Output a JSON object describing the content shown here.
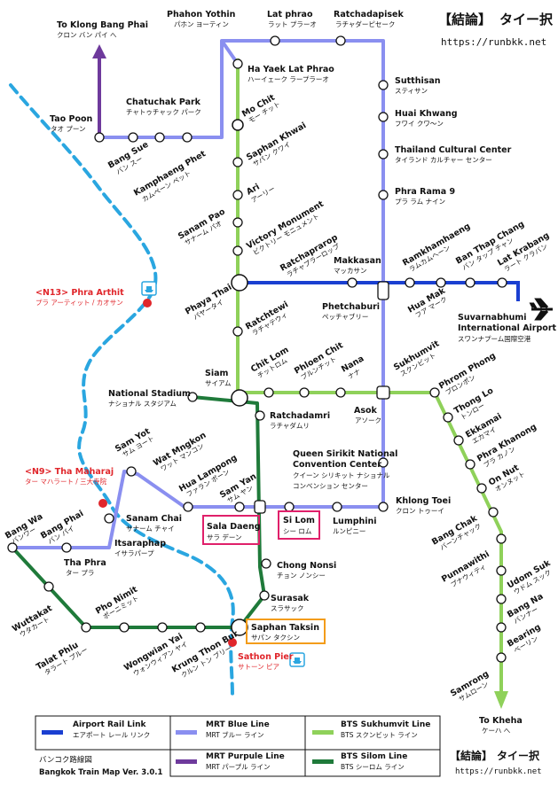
{
  "logo": {
    "brackets": "【結論】",
    "name": "タイー択",
    "url": "https://runbkk.net"
  },
  "directions": {
    "klong_bang_phai": {
      "en": "To Klong Bang Phai",
      "jp": "クロン バン パイ へ"
    },
    "kheha": {
      "en": "To Kheha",
      "jp": "ケーハ へ"
    }
  },
  "stations": {
    "phahon_yothin": {
      "en": "Phahon Yothin",
      "jp": "パホン ヨーティン"
    },
    "lat_phrao": {
      "en": "Lat phrao",
      "jp": "ラット プラーオ"
    },
    "ratchadapisek": {
      "en": "Ratchadapisek",
      "jp": "ラチャダーピセーク"
    },
    "ha_yaek": {
      "en": "Ha Yaek Lat Phrao",
      "jp": "ハーイェーク ラープラーオ"
    },
    "sutthisan": {
      "en": "Sutthisan",
      "jp": "スティサン"
    },
    "huai_khwang": {
      "en": "Huai Khwang",
      "jp": "フワイ クワ〜ン"
    },
    "thai_cultural": {
      "en": "Thailand Cultural Center",
      "jp": "タイランド カルチャー センター"
    },
    "phra_rama_9": {
      "en": "Phra Rama 9",
      "jp": "プラ ラム ナイン"
    },
    "tao_poon": {
      "en": "Tao Poon",
      "jp": "タオ プーン"
    },
    "bang_sue": {
      "en": "Bang Sue",
      "jp": "バン スー"
    },
    "kamphaeng_phet": {
      "en": "Kamphaeng Phet",
      "jp": "カムペーン ペット"
    },
    "chatuchak": {
      "en": "Chatuchak Park",
      "jp": "チャトゥチャック パーク"
    },
    "mo_chit": {
      "en": "Mo Chit",
      "jp": "モー チット"
    },
    "saphan_khwai": {
      "en": "Saphan Khwai",
      "jp": "サパン クワイ"
    },
    "ari": {
      "en": "Ari",
      "jp": "アーリー"
    },
    "sanam_pao": {
      "en": "Sanam Pao",
      "jp": "サナーム パオ"
    },
    "victory": {
      "en": "Victory Monument",
      "jp": "ビクトリー モニュメント"
    },
    "phaya_thai": {
      "en": "Phaya Thai",
      "jp": "パヤータイ"
    },
    "ratchaprarop": {
      "en": "Ratchaprarop",
      "jp": "ラチャプラーロップ"
    },
    "makkasan": {
      "en": "Makkasan",
      "jp": "マッカサン"
    },
    "ramkhamhaeng": {
      "en": "Ramkhamhaeng",
      "jp": "ラムカムヘーン"
    },
    "ban_thap_chang": {
      "en": "Ban Thap Chang",
      "jp": "バン タップ チャン"
    },
    "lat_krabang": {
      "en": "Lat Krabang",
      "jp": "ラート クラバン"
    },
    "hua_mak": {
      "en": "Hua Mak",
      "jp": "フア マーク"
    },
    "suvarnabhumi": {
      "en": "Suvarnabhumi",
      "en2": "International Airport",
      "jp": "スワンナプーム国際空港"
    },
    "phetchaburi": {
      "en": "Phetchaburi",
      "jp": "ペッチャブリー"
    },
    "ratchatewi": {
      "en": "Ratchtewi",
      "jp": "ラチャテウィ"
    },
    "siam": {
      "en": "Siam",
      "jp": "サイアム"
    },
    "chit_lom": {
      "en": "Chit Lom",
      "jp": "チットロム"
    },
    "phloen_chit": {
      "en": "Phloen Chit",
      "jp": "プルンチット"
    },
    "nana": {
      "en": "Nana",
      "jp": "ナナ"
    },
    "sukhumvit": {
      "en": "Sukhumvit",
      "jp": "スクンビット"
    },
    "asok": {
      "en": "Asok",
      "jp": "アソーク"
    },
    "phrom_phong": {
      "en": "Phrom Phong",
      "jp": "プロンポン"
    },
    "thong_lo": {
      "en": "Thong Lo",
      "jp": "トンロー"
    },
    "ekkamai": {
      "en": "Ekkamai",
      "jp": "エカマイ"
    },
    "phra_khanong": {
      "en": "Phra Khanong",
      "jp": "プラ カノン"
    },
    "on_nut": {
      "en": "On Nut",
      "jp": "オンヌット"
    },
    "bang_chak": {
      "en": "Bang Chak",
      "jp": "バーンチャック"
    },
    "punnawithi": {
      "en": "Punnawithi",
      "jp": "プナウィティ"
    },
    "udom_suk": {
      "en": "Udom Suk",
      "jp": "ウドム スック"
    },
    "bang_na": {
      "en": "Bang Na",
      "jp": "バンナー"
    },
    "bearing": {
      "en": "Bearing",
      "jp": "ベーリン"
    },
    "samrong": {
      "en": "Samrong",
      "jp": "サムローン"
    },
    "national_stadium": {
      "en": "National Stadium",
      "jp": "ナショナル スタジアム"
    },
    "ratchadamri": {
      "en": "Ratchadamri",
      "jp": "ラチャダムリ"
    },
    "qsncc": {
      "en": "Queen Sirikit National",
      "en2": "Convention Center",
      "jp": "クイーン シリキット ナショナル",
      "jp2": "コンベンション センター"
    },
    "khlong_toei": {
      "en": "Khlong Toei",
      "jp": "クロン トゥーイ"
    },
    "lumphini": {
      "en": "Lumphini",
      "jp": "ルンピニー"
    },
    "si_lom": {
      "en": "Si Lom",
      "jp": "シー ロム"
    },
    "sala_daeng": {
      "en": "Sala Daeng",
      "jp": "サラ デーン"
    },
    "sam_yan": {
      "en": "Sam Yan",
      "jp": "サム ヤン"
    },
    "hua_lampong": {
      "en": "Hua Lampong",
      "jp": "ファラン ポーン"
    },
    "wat_mangkon": {
      "en": "Wat Mngkon",
      "jp": "ワット マンコン"
    },
    "sam_yot": {
      "en": "Sam Yot",
      "jp": "サム ヨート"
    },
    "sanam_chai": {
      "en": "Sanam Chai",
      "jp": "サナーム チャイ"
    },
    "itsaraphap": {
      "en": "Itsaraphap",
      "jp": "イサラパープ"
    },
    "tha_phra": {
      "en": "Tha Phra",
      "jp": "ター プラ"
    },
    "bang_phai": {
      "en": "Bang Phai",
      "jp": "バン パイ"
    },
    "bang_wa": {
      "en": "Bang Wa",
      "jp": "バンワー"
    },
    "chong_nonsi": {
      "en": "Chong Nonsi",
      "jp": "チョン ノンシー"
    },
    "surasak": {
      "en": "Surasak",
      "jp": "スラサック"
    },
    "saphan_taksin": {
      "en": "Saphan Taksin",
      "jp": "サパン タクシン"
    },
    "krung_thon_buri": {
      "en": "Krung Thon Bur",
      "jp": "クルン トン ブリー"
    },
    "wongwian_yai": {
      "en": "Wongwian Yai",
      "jp": "ウォンウィアン ヤイ"
    },
    "pho_nimit": {
      "en": "Pho Nimit",
      "jp": "ポーニミット"
    },
    "talat_phlu": {
      "en": "Talat Phlu",
      "jp": "タラート プルー"
    },
    "wuttakat": {
      "en": "Wuttakat",
      "jp": "ウタカート"
    }
  },
  "piers": {
    "phra_arthit": {
      "en": "<N13> Phra Arthit",
      "jp": "プラ アーティット / カオサン"
    },
    "tha_maharaj": {
      "en": "<N9> Tha Maharaj",
      "jp": "ター マハラート / 三大寺院"
    },
    "sathon": {
      "en": "Sathon Pier",
      "jp": "サトーン ピア"
    }
  },
  "legend": {
    "airport": {
      "en": "Airport Rail Link",
      "jp": "エアポート レール リンク",
      "color": "#1a3fd1"
    },
    "mrt_blue": {
      "en": "MRT Blue Line",
      "jp": "MRT ブルー ライン",
      "color": "#8a8ff0"
    },
    "bts_sukhumvit": {
      "en": "BTS Sukhumvit Line",
      "jp": "BTS スクンビット ライン",
      "color": "#8fd15a"
    },
    "mrt_purple": {
      "en": "MRT Purpule Line",
      "jp": "MRT パープル ライン",
      "color": "#6e3a9c"
    },
    "bts_silom": {
      "en": "BTS Silom Line",
      "jp": "BTS シーロム ライン",
      "color": "#1f7a3a"
    },
    "title_jp": "バンコク路線図",
    "title_en": "Bangkok Train Map Ver. 3.0.1"
  },
  "colors": {
    "river": "#2aa6e0",
    "pier_marker": "#e0262b",
    "highlight_box": "#e0206a",
    "taksin_box": "#f39c1a"
  }
}
